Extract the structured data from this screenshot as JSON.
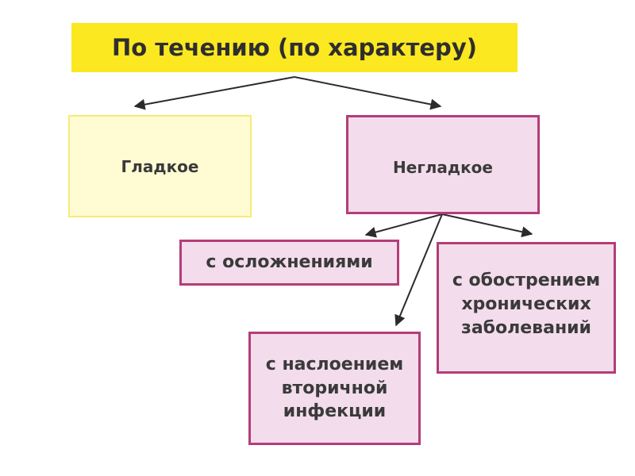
{
  "title": "По течению (по характеру)",
  "nodes": {
    "smooth": "Гладкое",
    "nonsmooth": "Негладкое",
    "complications": "с осложнениями",
    "exacerbation": [
      "с обострением",
      "хронических",
      "заболеваний"
    ],
    "secondary_infection": [
      "с наслоением",
      "вторичной",
      "инфекции"
    ]
  },
  "colors": {
    "title_bg": "#fbe821",
    "yellow_fill": "#fffbd3",
    "yellow_border": "#f6ea75",
    "pink_fill": "#f3dcec",
    "pink_border": "#b43d79",
    "arrow": "#2b2b2b"
  }
}
